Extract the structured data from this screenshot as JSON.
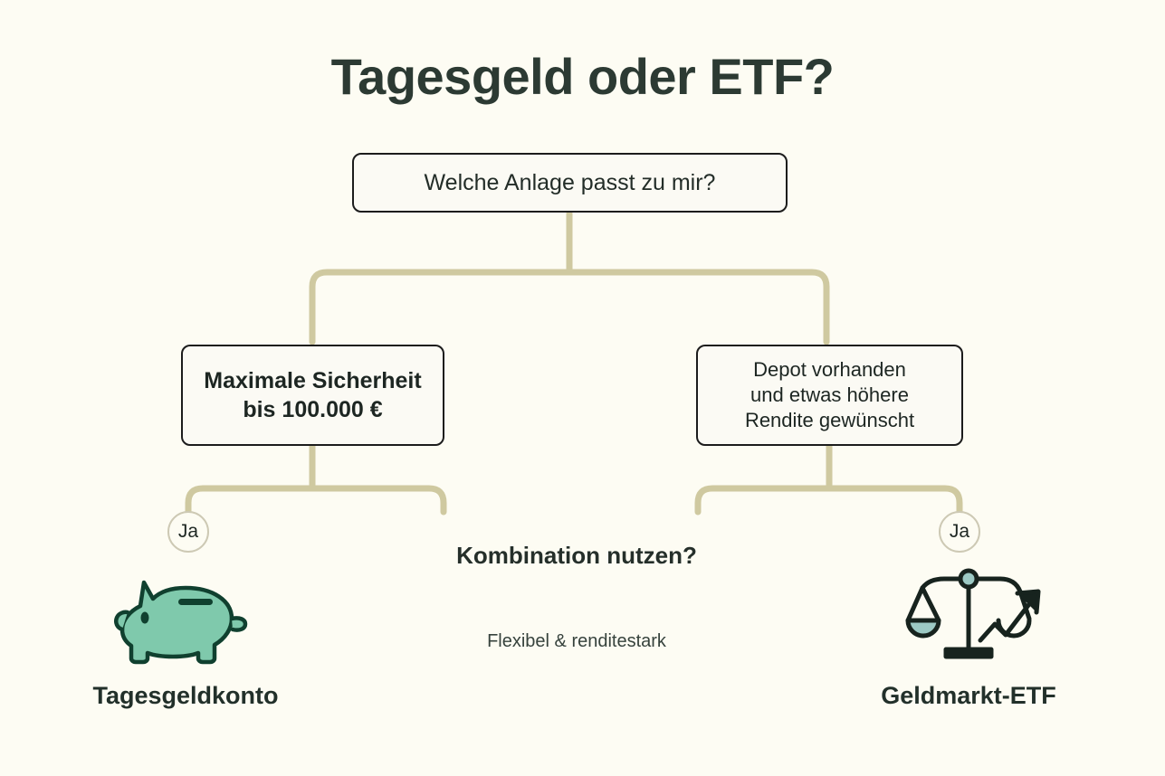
{
  "page": {
    "title": "Tagesgeld oder ETF?",
    "background_color": "#fdfcf3",
    "connector_color": "#cfc9a0",
    "text_color": "#23302b",
    "accent_green": "#7fc9ac",
    "accent_teal": "#9cc9c4"
  },
  "flow": {
    "root": {
      "label": "Welche Anlage passt zu mir?"
    },
    "branches": [
      {
        "id": "left",
        "lines": [
          "Maximale Sicherheit",
          "bis 100.000 €"
        ],
        "badge": "Ja",
        "icon": "piggy-bank-icon",
        "outcome": "Tagesgeldkonto"
      },
      {
        "id": "right",
        "lines": [
          "Depot vorhanden",
          "und etwas höhere",
          "Rendite gewünscht"
        ],
        "badge": "Ja",
        "icon": "balance-scale-growth-icon",
        "outcome": "Geldmarkt-ETF"
      }
    ],
    "center": {
      "headline_lines": [
        "Kombination",
        "nutzen?"
      ],
      "sub_lines": [
        "Flexibel",
        "& renditestark"
      ]
    }
  }
}
